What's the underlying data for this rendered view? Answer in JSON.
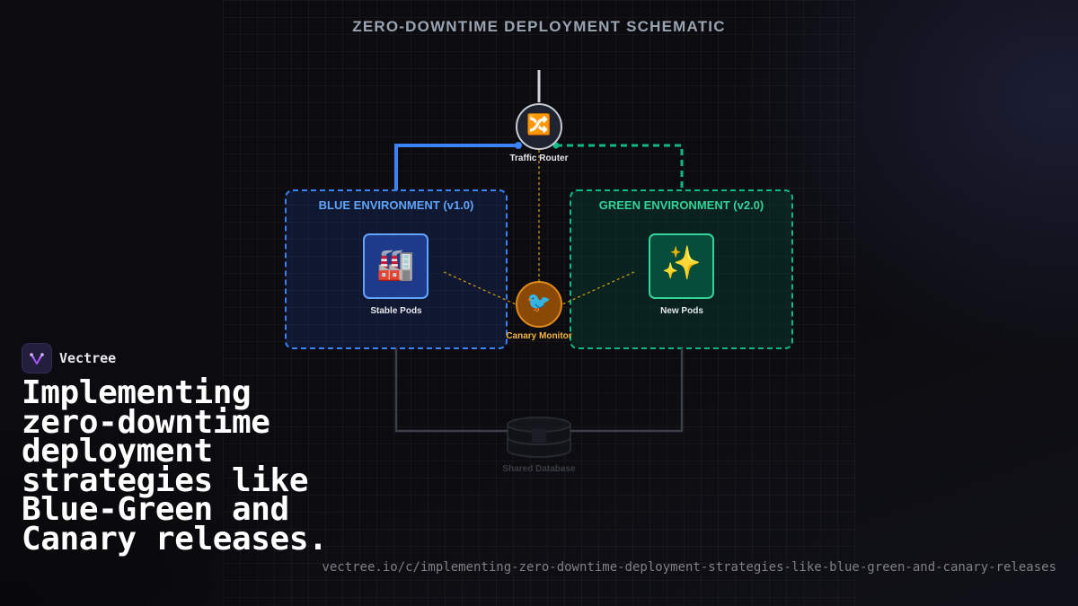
{
  "diagram": {
    "title": "ZERO-DOWNTIME DEPLOYMENT SCHEMATIC",
    "blue_env": {
      "label": "BLUE ENVIRONMENT (v1.0)",
      "color": "#3b82f6"
    },
    "green_env": {
      "label": "GREEN ENVIRONMENT (v2.0)",
      "color": "#10b981"
    },
    "nodes": {
      "router": {
        "label": "Traffic Router",
        "icon": "shuffle-icon",
        "glyph": "🔀"
      },
      "stable": {
        "label": "Stable Pods",
        "icon": "factory-icon",
        "glyph": "🏭"
      },
      "new": {
        "label": "New Pods",
        "icon": "sparkles-icon",
        "glyph": "✨"
      },
      "canary": {
        "label": "Canary Monitor",
        "icon": "bird-icon",
        "glyph": "🐦"
      },
      "database": {
        "label": "Shared Database",
        "icon": "database-icon"
      }
    }
  },
  "brand": {
    "name": "Vectree",
    "icon": "vectree-logo-icon"
  },
  "headline": "Implementing zero-downtime deployment strategies like Blue-Green and Canary releases.",
  "url": "vectree.io/c/implementing-zero-downtime-deployment-strategies-like-blue-green-and-canary-releases"
}
